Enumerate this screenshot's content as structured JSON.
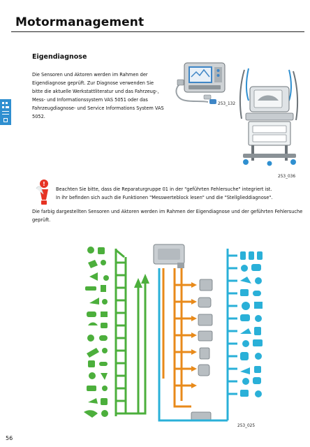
{
  "page": {
    "title": "Motormanagement",
    "page_number": "56",
    "accent_color": "#2f8fd0"
  },
  "section": {
    "heading": "Eigendiagnose",
    "paragraph": "Die Sensoren und Aktoren werden im Rahmen der Eigendiagnose geprüft. Zur Diagnose verwenden Sie bitte die aktuelle Werkstattliteratur und das Fahrzeug-, Mess- und Informationssystem VAS 5051 oder das Fahrzeugdiagnose- und Service Informations System VAS 5052."
  },
  "figures": {
    "tester_caption": "253_132",
    "cart_caption": "253_036",
    "diagram_caption": "253_025"
  },
  "note": {
    "line1": "Beachten Sie bitte, dass die Reparaturgruppe 01 in der \"geführten Fehlersuche\" integriert ist.",
    "line2": "In ihr befinden sich auch die Funktionen \"Messwerteblock lesen\" und die \"Stellglieddiagnose\"."
  },
  "diagram_intro": "Die farbig dargestellten Sensoren und Aktoren werden im Rahmen der Eigendiagnose und der geführten Fehlersuche geprüft.",
  "diagram_colors": {
    "sensors": "#4caf3c",
    "control_unit_links": "#e88a1a",
    "actuators": "#2ab0d8"
  }
}
